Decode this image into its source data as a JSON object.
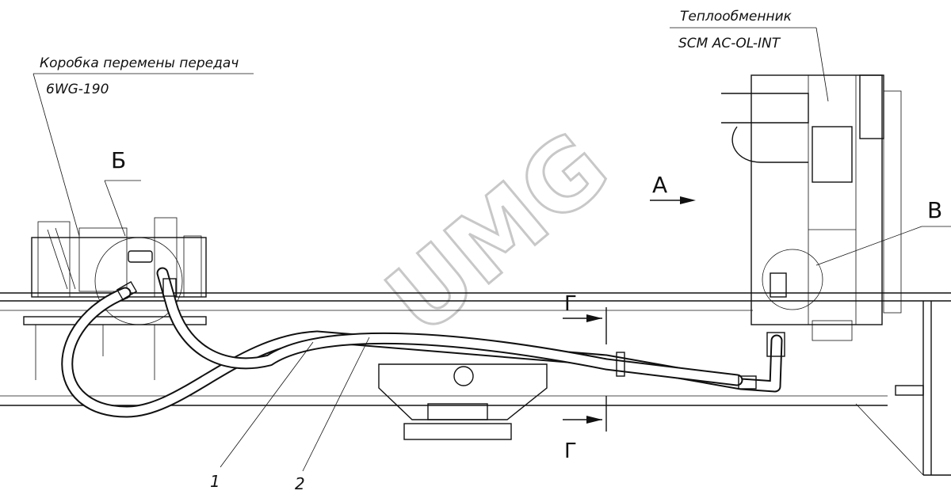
{
  "labels": {
    "gearbox_name": "Коробка перемены передач",
    "gearbox_model": "6WG-190",
    "exchanger_name": "Теплообменник",
    "exchanger_model": "SCM AC-OL-INT",
    "view_a": "А",
    "view_b": "Б",
    "view_v": "В",
    "section_g_top": "Г",
    "section_g_bottom": "Г",
    "pos_1": "1",
    "pos_2": "2",
    "watermark": "UMG"
  },
  "colors": {
    "line": "#111111",
    "background": "#ffffff",
    "watermark": "#c8c8c8"
  }
}
